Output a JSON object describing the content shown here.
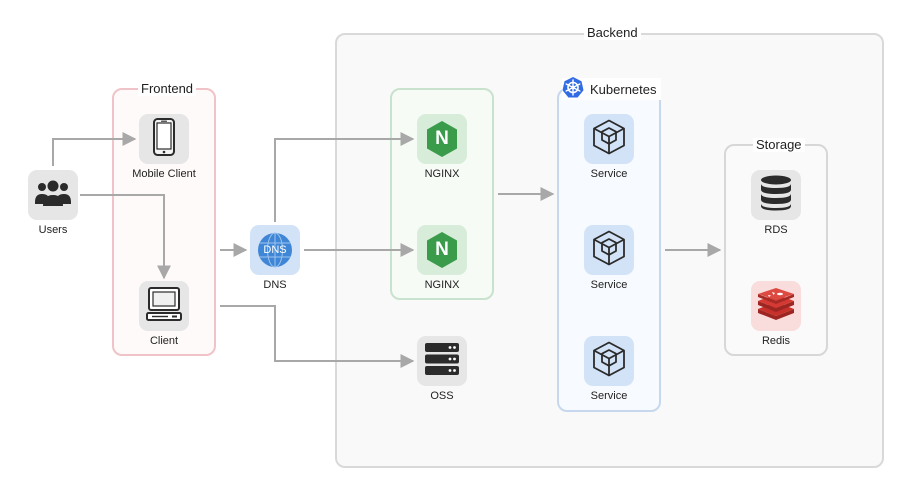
{
  "groups": {
    "backend": "Backend",
    "frontend": "Frontend",
    "kubernetes": "Kubernetes",
    "storage": "Storage"
  },
  "nodes": {
    "users": "Users",
    "mobile_client": "Mobile Client",
    "client": "Client",
    "dns": "DNS",
    "dns_badge": "DNS",
    "nginx_top": "NGINX",
    "nginx_bottom": "NGINX",
    "nginx_glyph": "N",
    "oss": "OSS",
    "service_1": "Service",
    "service_2": "Service",
    "service_3": "Service",
    "rds": "RDS",
    "redis": "Redis"
  },
  "icons": {
    "users": "users-icon",
    "mobile_client": "smartphone-icon",
    "client": "desktop-computer-icon",
    "dns": "dns-globe-icon",
    "nginx": "nginx-logo-icon",
    "oss": "server-rack-icon",
    "service": "cube-icon",
    "kubernetes": "kubernetes-logo-icon",
    "rds": "database-icon",
    "redis": "redis-logo-icon"
  },
  "colors": {
    "arrow": "#a8a8a8",
    "backend_border": "#d9d9d9",
    "frontend_border": "#efc3c8",
    "nginx_border": "#c9e2cd",
    "kubernetes_border": "#c7d8ee",
    "nginx_green": "#3a9b4a",
    "dns_blue": "#3f87d6",
    "kubernetes_blue": "#326ce5",
    "redis_red": "#c8312b"
  }
}
